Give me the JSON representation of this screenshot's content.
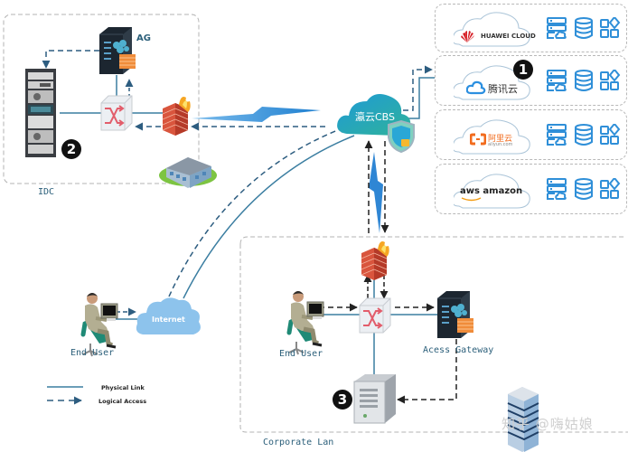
{
  "idc": {
    "label": "IDC",
    "ag_label": "AG",
    "badge": "2"
  },
  "cbs": {
    "label": "瀛云CBS"
  },
  "providers": [
    {
      "name": "HUAWEI CLOUD",
      "logo": "huawei",
      "badge": ""
    },
    {
      "name": "腾讯云",
      "logo": "tencent",
      "badge": "1"
    },
    {
      "name": "阿里云",
      "sub": "aliyun.com",
      "logo": "aliyun",
      "badge": ""
    },
    {
      "name": "aws amazon",
      "logo": "aws",
      "badge": ""
    }
  ],
  "provider_service_icons": [
    "server-cloud-icon",
    "database-icon",
    "apps-icon"
  ],
  "internet": {
    "label": "Internet",
    "end_user": "End User"
  },
  "corporate": {
    "label": "Corporate Lan",
    "end_user": "End User",
    "gateway": "Acess Gateway",
    "badge": "3"
  },
  "legend": {
    "physical": "Physical Link",
    "logical": "Logical Access"
  },
  "watermark": "知乎 @嗨姑娘",
  "colors": {
    "link": "#3b7ea1",
    "dash": "#2d5d80",
    "accent": "#2f8fd8",
    "firewall": "#e0523a",
    "cloud": "#7cb9e8"
  }
}
